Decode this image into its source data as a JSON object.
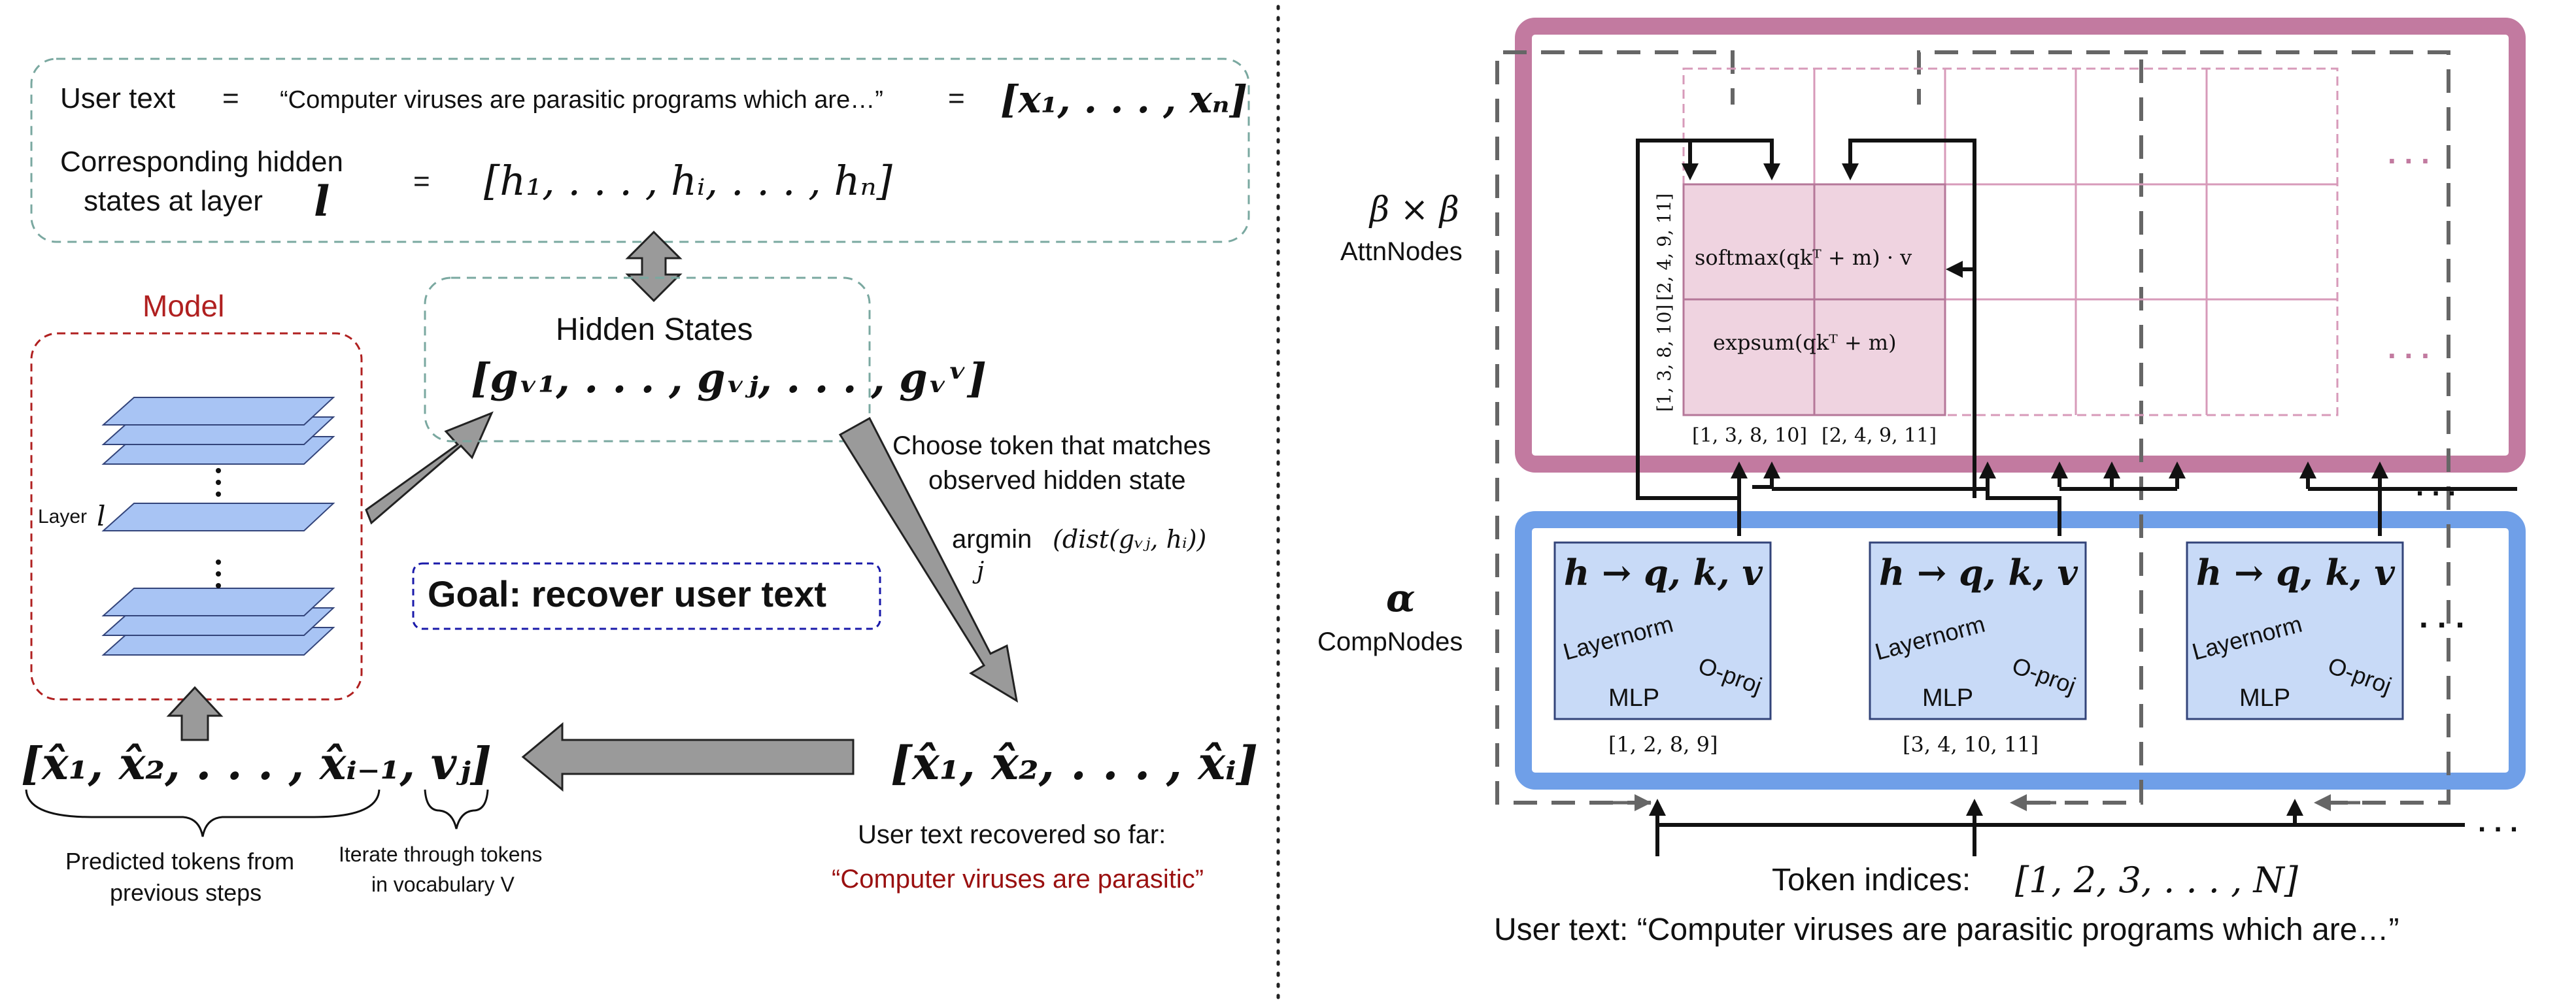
{
  "left": {
    "user_text_label": "User text",
    "eq1": "=",
    "user_text_quote": "“Computer viruses are parasitic programs which are…”",
    "eq2": "=",
    "x_vector": "[x₁, . . . , xₙ]",
    "hidden_label_line1": "Corresponding hidden",
    "hidden_label_line2": "states at layer",
    "layer_symbol": "l",
    "eq3": "=",
    "h_vector": "[h₁, . . . , hᵢ, . . . , hₙ]",
    "model_title": "Model",
    "layer_label": "Layer",
    "layer_label_symbol": "l",
    "hidden_states_title": "Hidden States",
    "g_vector": "[gᵥ₁, . . . , gᵥⱼ, . . . , gᵥᵛ]",
    "choose_line1": "Choose token that matches",
    "choose_line2": "observed hidden state",
    "argmin": "argmin",
    "argmin_sub": "j",
    "argmin_expr": "(dist(gᵥⱼ, hᵢ))",
    "goal": "Goal: recover user text",
    "input_vector": "[x̂₁, x̂₂, . . . , x̂ᵢ₋₁, vⱼ]",
    "recovered_vector": "[x̂₁, x̂₂, . . . , x̂ᵢ]",
    "predicted_line1": "Predicted tokens from",
    "predicted_line2": "previous steps",
    "iterate_line1": "Iterate through tokens",
    "iterate_line2": "in vocabulary V",
    "recovered_label": "User text recovered so far:",
    "recovered_text": "“Computer viruses are parasitic”"
  },
  "right": {
    "beta_label": "β × β",
    "attn_label": "AttnNodes",
    "alpha_label": "α",
    "comp_label": "CompNodes",
    "softmax": "softmax(qkᵀ + m) · v",
    "expsum": "expsum(qkᵀ + m)",
    "row_idx_top": "[2, 4, 9, 11]",
    "row_idx_bottom": "[1, 3, 8, 10]",
    "col_idx_left": "[1, 3, 8, 10]",
    "col_idx_right": "[2, 4, 9, 11]",
    "dots_top": ". . .",
    "dots_mid": ". . .",
    "dots_comp": ". . .",
    "dots_arrow_top": ". . .",
    "dots_arrow_bottom": ". . .",
    "comp_nodes": [
      {
        "title": "h → q, k, v",
        "layernorm": "Layernorm",
        "oproj": "O-proj",
        "mlp": "MLP",
        "indices": "[1, 2, 8, 9]"
      },
      {
        "title": "h → q, k, v",
        "layernorm": "Layernorm",
        "oproj": "O-proj",
        "mlp": "MLP",
        "indices": "[3, 4, 10, 11]"
      },
      {
        "title": "h → q, k, v",
        "layernorm": "Layernorm",
        "oproj": "O-proj",
        "mlp": "MLP",
        "indices": ""
      }
    ],
    "token_label": "Token indices:",
    "token_vector": "[1, 2, 3, . . . , N]",
    "user_text": "User text: “Computer viruses are parasitic programs which are…”"
  },
  "colors": {
    "model_red": "#b02020",
    "teal_dash": "#7aa8a0",
    "goal_blue": "#1a1aaa",
    "layer_blue": "#a8c4f4",
    "arrow_gray": "#9a9a9a",
    "attn_pink": "#c27aa0",
    "attn_fill": "#efd3e0",
    "comp_blue": "#6f9fe8",
    "comp_fill": "#c8daf7",
    "recovered_red": "#9a1010"
  }
}
